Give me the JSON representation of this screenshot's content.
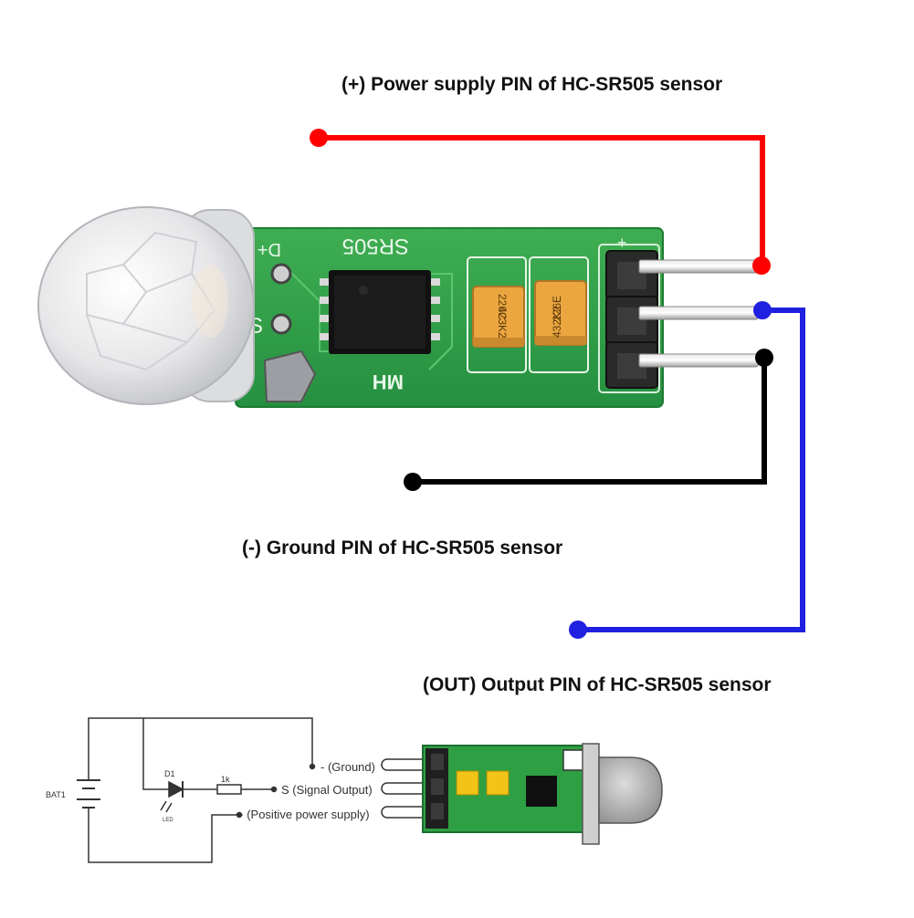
{
  "labels": {
    "power_pin": "(+) Power supply PIN of HC-SR505 sensor",
    "ground_pin": "(-) Ground PIN of HC-SR505 sensor",
    "output_pin": "(OUT) Output PIN of HC-SR505 sensor"
  },
  "board": {
    "silkscreen_model": "SR505",
    "silkscreen_mark": "MH",
    "pin_label_power": "D+",
    "pin_label_signal": "S",
    "header_plus": "+",
    "cap_left_code_1": "226C",
    "cap_left_code_2": "423K2",
    "cap_right_code_1": "226E",
    "cap_right_code_2": "432K2"
  },
  "schematic": {
    "battery_label": "BAT1",
    "diode_label": "D1",
    "led_label": "LED",
    "resistor_label": "1k",
    "ground_text": "- (Ground)",
    "signal_text": "S (Signal Output)",
    "power_text": "+ (Positive power supply)"
  },
  "colors": {
    "power_wire": "#ff0000",
    "ground_wire": "#000000",
    "output_wire": "#2020e0",
    "pcb_green": "#2ea043",
    "pcb_green_dark": "#238636",
    "capacitor": "#e8a13a",
    "dome": "#e9e9ea"
  }
}
